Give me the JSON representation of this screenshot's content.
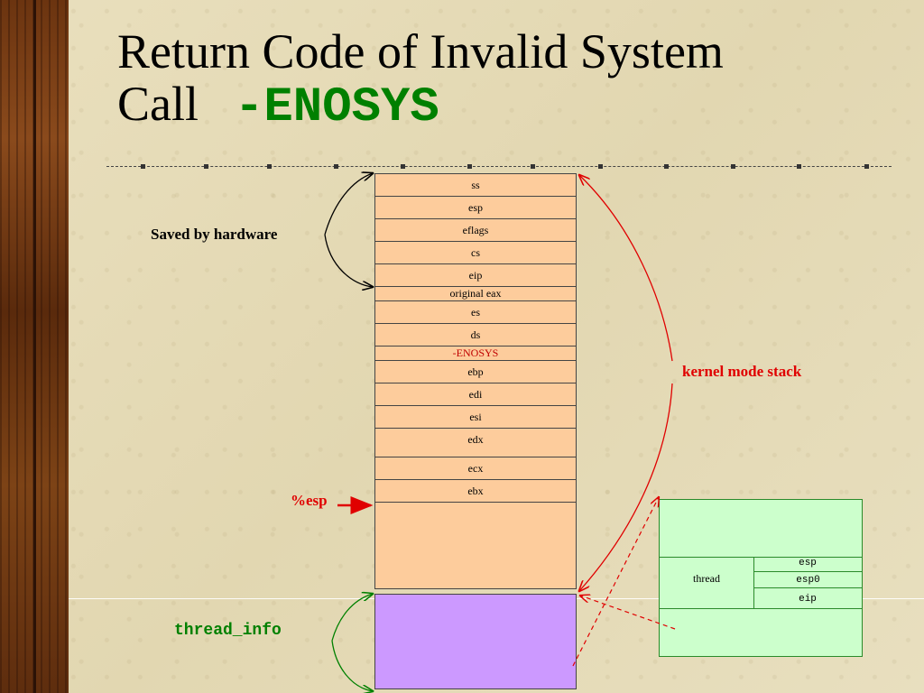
{
  "title": {
    "line1": "Return Code of Invalid System",
    "line2": "Call",
    "code": "-ENOSYS"
  },
  "stack": [
    {
      "label": "ss",
      "color": "black"
    },
    {
      "label": "esp",
      "color": "black"
    },
    {
      "label": "eflags",
      "color": "black"
    },
    {
      "label": "cs",
      "color": "black"
    },
    {
      "label": "eip",
      "color": "black"
    },
    {
      "label": "original eax",
      "color": "black"
    },
    {
      "label": "es",
      "color": "black"
    },
    {
      "label": "ds",
      "color": "black"
    },
    {
      "label": "-ENOSYS",
      "color": "red"
    },
    {
      "label": "ebp",
      "color": "black"
    },
    {
      "label": "edi",
      "color": "black"
    },
    {
      "label": "esi",
      "color": "black"
    },
    {
      "label": "edx",
      "color": "black"
    },
    {
      "label": "ecx",
      "color": "black"
    },
    {
      "label": "ebx",
      "color": "black"
    }
  ],
  "labels": {
    "saved_by_hardware": "Saved by hardware",
    "kernel_mode_stack": "kernel mode stack",
    "esp_pointer": "%esp",
    "thread_info": "thread_info"
  },
  "thread_box": {
    "thread_label": "thread",
    "fields": [
      "esp",
      "esp0",
      "eip"
    ]
  },
  "colors": {
    "stack_fill": "#fdcc9c",
    "thread_info_fill": "#cc99ff",
    "thread_box_fill": "#ccffcc",
    "accent_red": "#e00000",
    "accent_green": "#008000"
  }
}
